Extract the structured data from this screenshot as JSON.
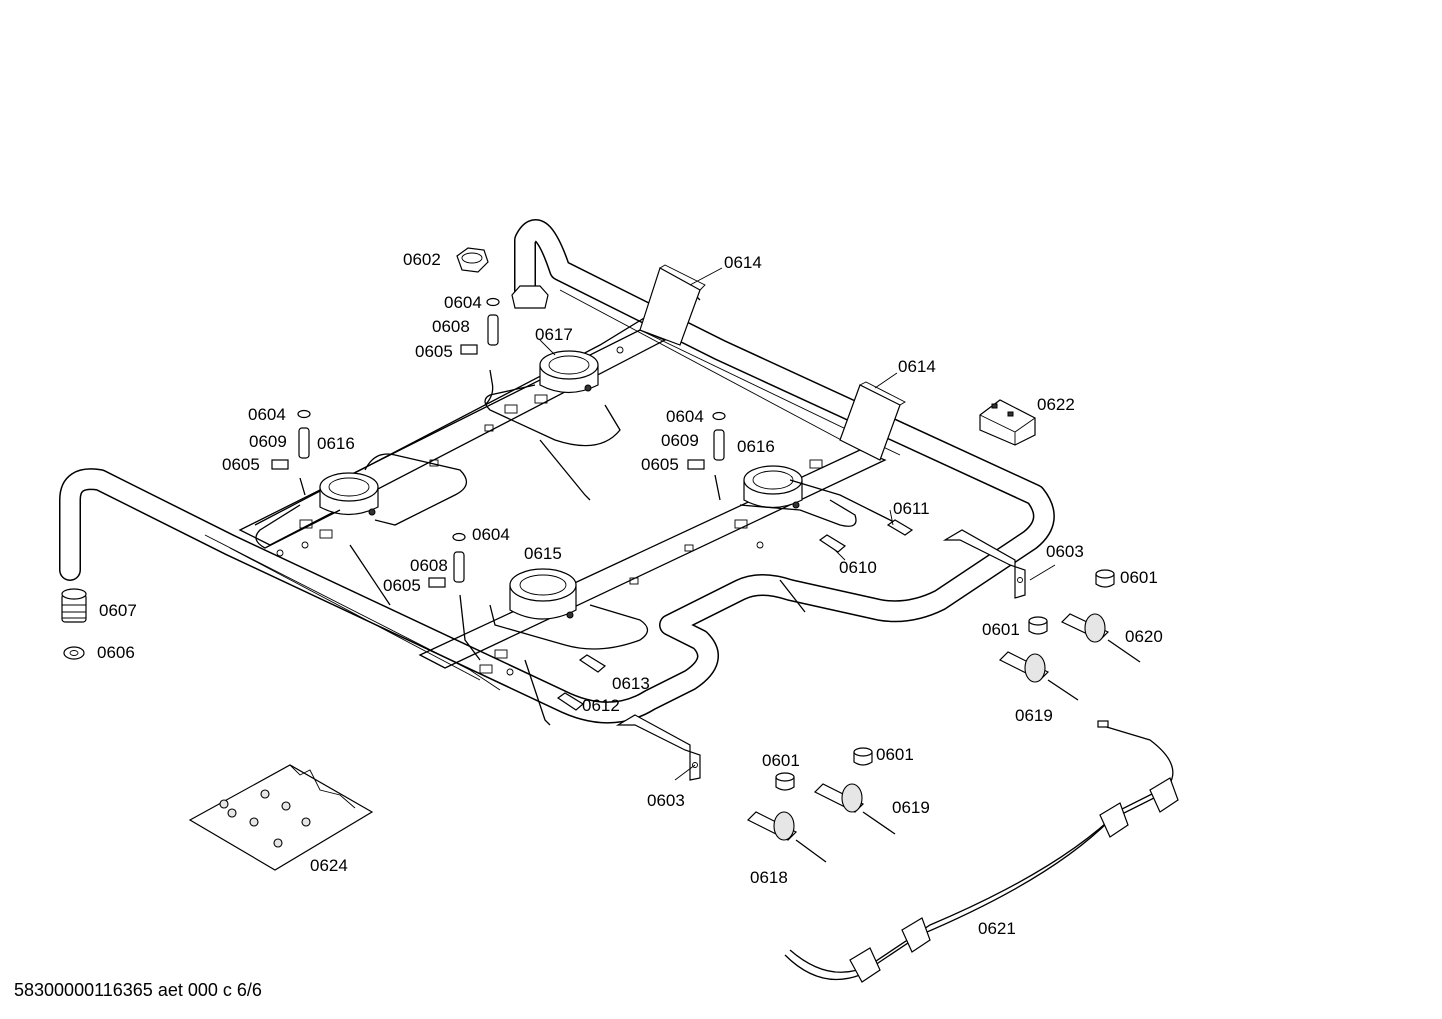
{
  "footer": {
    "document_id": "58300000116365 aet 000 c 6/6"
  },
  "labels": {
    "l0602": "0602",
    "l0614a": "0614",
    "l0614b": "0614",
    "l0604a": "0604",
    "l0608a": "0608",
    "l0617": "0617",
    "l0605a": "0605",
    "l0604b": "0604",
    "l0609a": "0609",
    "l0616a": "0616",
    "l0605b": "0605",
    "l0604c": "0604",
    "l0609b": "0609",
    "l0616b": "0616",
    "l0605c": "0605",
    "l0622": "0622",
    "l0611": "0611",
    "l0604d": "0604",
    "l0615": "0615",
    "l0608b": "0608",
    "l0605d": "0605",
    "l0610": "0610",
    "l0603a": "0603",
    "l0601a": "0601",
    "l0607": "0607",
    "l0601b": "0601",
    "l0620": "0620",
    "l0606": "0606",
    "l0613": "0613",
    "l0612": "0612",
    "l0619a": "0619",
    "l0601c": "0601",
    "l0601d": "0601",
    "l0603b": "0603",
    "l0619b": "0619",
    "l0624": "0624",
    "l0618": "0618",
    "l0621": "0621"
  }
}
